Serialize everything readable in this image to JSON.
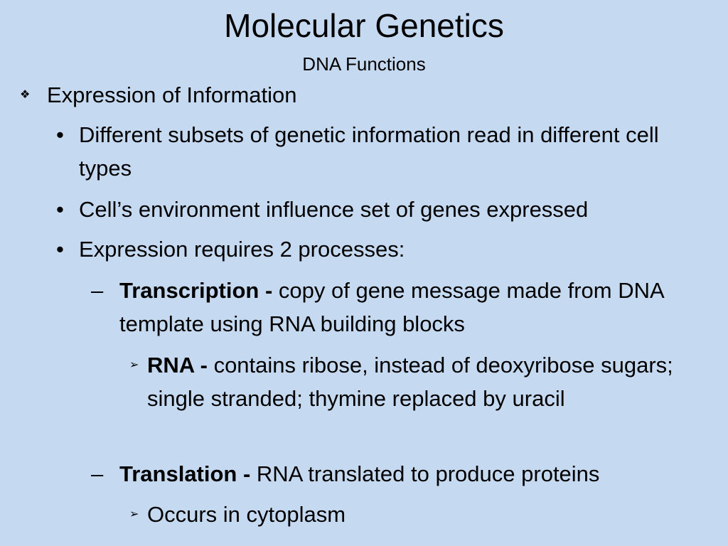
{
  "slide": {
    "title": "Molecular Genetics",
    "subtitle": "DNA Functions",
    "heading": {
      "bullet": "❖",
      "text": "Expression of Information"
    },
    "points": [
      {
        "bullet": "•",
        "text": "Different subsets of genetic information read in different cell types"
      },
      {
        "bullet": "•",
        "text": "Cell’s environment influence set of genes expressed"
      },
      {
        "bullet": "•",
        "text": "Expression requires 2 processes:"
      }
    ],
    "processes": [
      {
        "dash": "–",
        "term": "Transcription - ",
        "text": "copy of gene message made from DNA template using RNA building blocks",
        "sub": {
          "arrow": "➢",
          "term": "RNA - ",
          "text": "contains ribose, instead of deoxyribose sugars; single stranded; thymine replaced by uracil"
        }
      },
      {
        "dash": "–",
        "term": "Translation - ",
        "text": "RNA translated to produce proteins",
        "sub": {
          "arrow": "➢",
          "term": "",
          "text": "Occurs in cytoplasm"
        }
      }
    ]
  }
}
